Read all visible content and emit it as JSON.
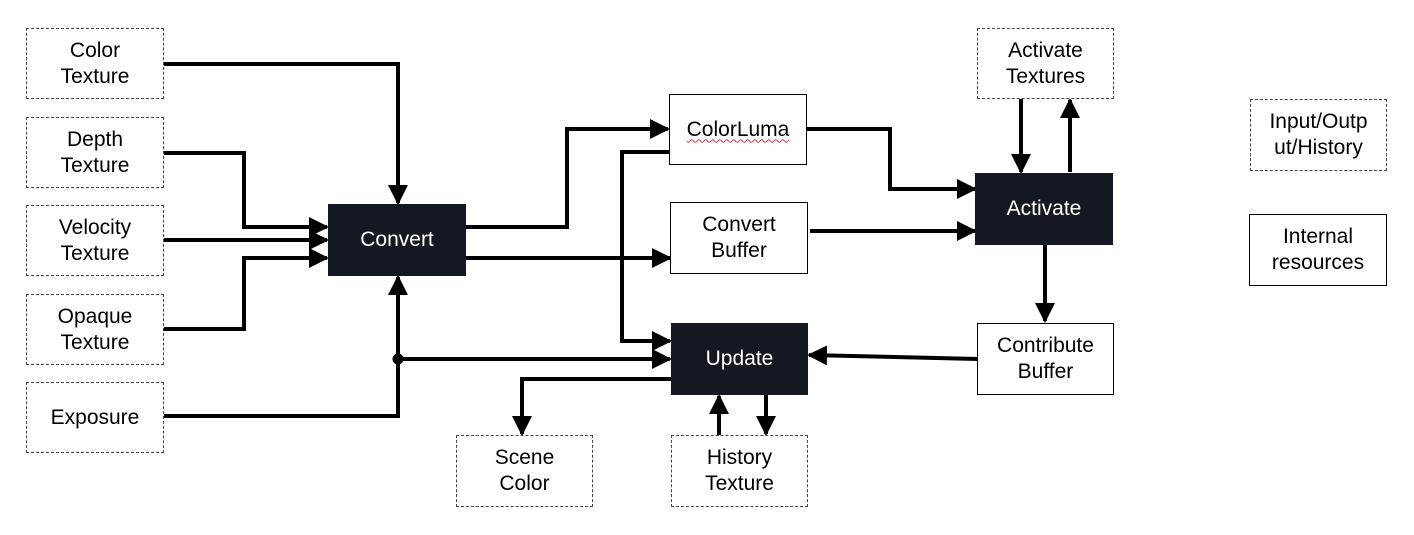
{
  "nodes": {
    "color_texture": "Color\nTexture",
    "depth_texture": "Depth\nTexture",
    "velocity_texture": "Velocity\nTexture",
    "opaque_texture": "Opaque\nTexture",
    "exposure": "Exposure",
    "convert": "Convert",
    "color_luma": "ColorLuma",
    "convert_buffer": "Convert\nBuffer",
    "update": "Update",
    "scene_color": "Scene\nColor",
    "history_texture": "History\nTexture",
    "activate_textures": "Activate\nTextures",
    "activate": "Activate",
    "contribute_buffer": "Contribute\nBuffer"
  },
  "legend": {
    "io_label": "Input/Outp\nut/History",
    "internal_label": "Internal\nresources"
  },
  "colors": {
    "process_fill": "#141820",
    "line": "#000000"
  }
}
